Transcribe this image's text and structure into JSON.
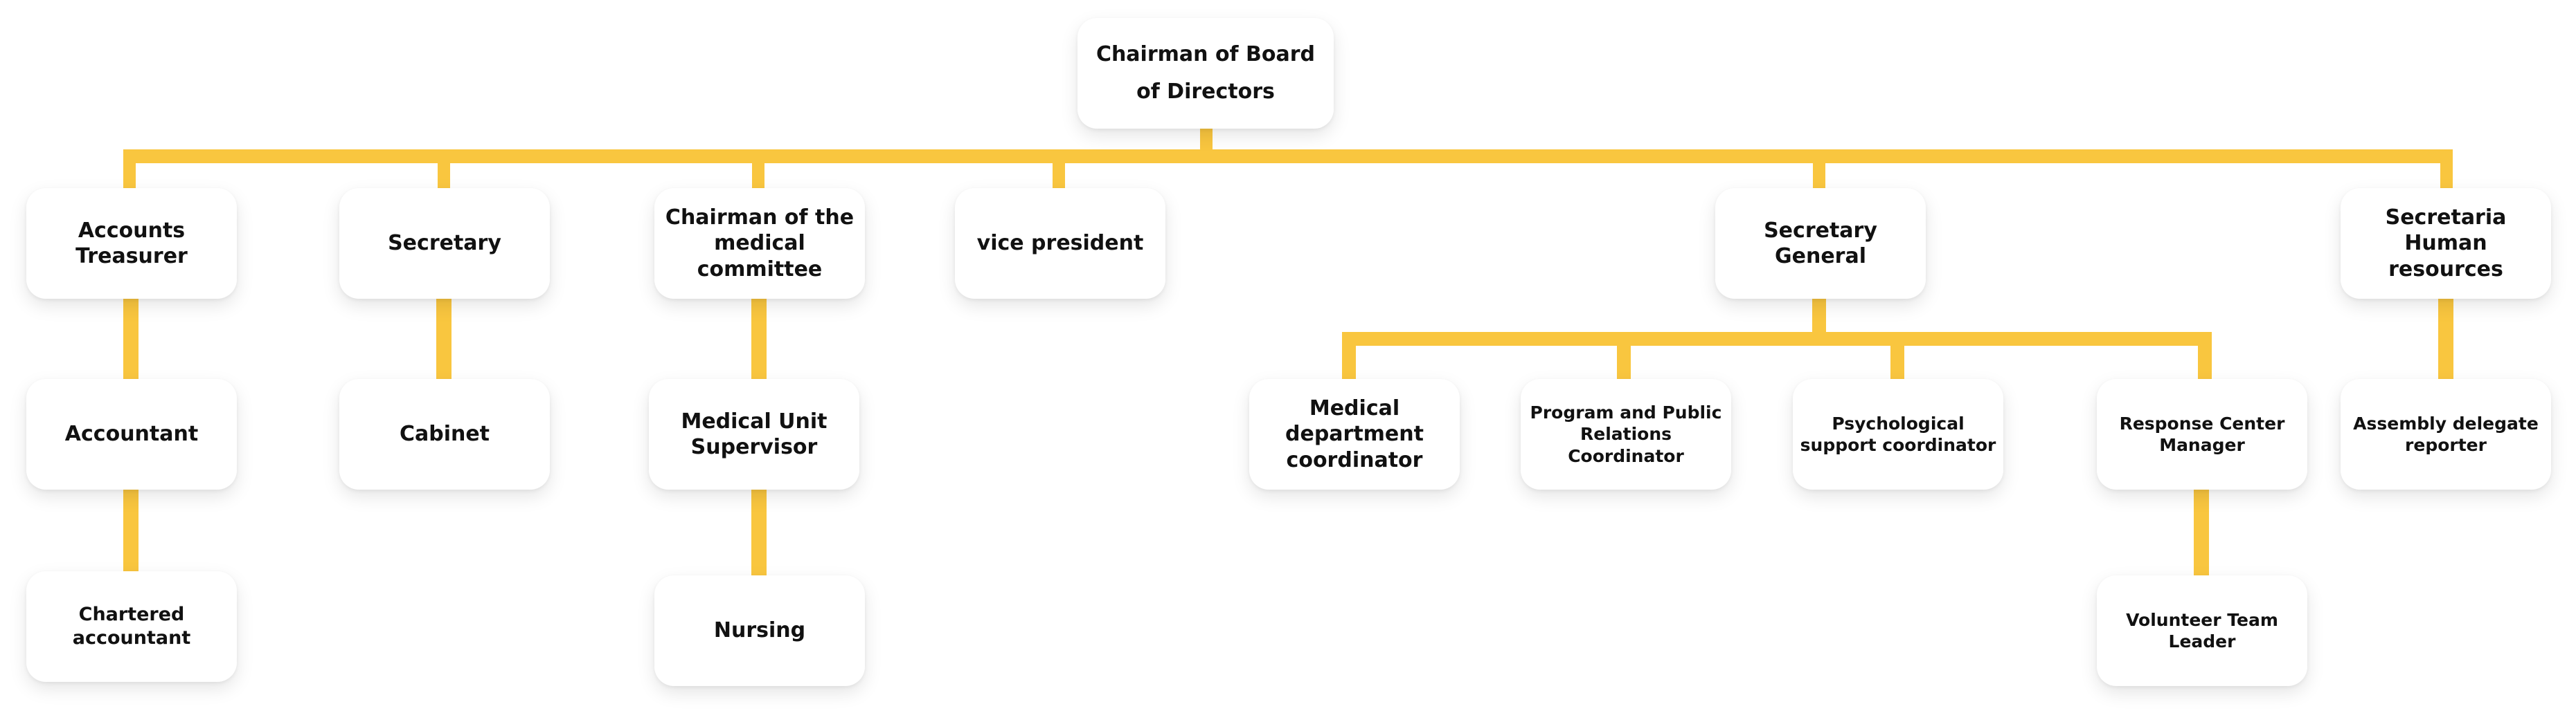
{
  "diagram": {
    "colors": {
      "connector": "#F9C63F",
      "node_background": "#FFFFFF",
      "text": "#111111"
    },
    "nodes": {
      "chairman_board": "Chairman of Board of Directors",
      "accounts_treasurer": "Accounts Treasurer",
      "secretary": "Secretary",
      "chairman_medical_committee": "Chairman of the medical committee",
      "vice_president": "vice president",
      "secretary_general": "Secretary General",
      "secretaria_hr": "Secretaria Human resources",
      "accountant": "Accountant",
      "cabinet": "Cabinet",
      "medical_unit_supervisor": "Medical Unit Supervisor",
      "medical_department_coordinator": "Medical department coordinator",
      "program_pr_coordinator": "Program and Public Relations Coordinator",
      "psychological_support_coordinator": "Psychological support coordinator",
      "response_center_manager": "Response Center Manager",
      "assembly_delegate_reporter": "Assembly delegate reporter",
      "chartered_accountant": "Chartered accountant",
      "nursing": "Nursing",
      "volunteer_team_leader": "Volunteer Team Leader"
    }
  }
}
